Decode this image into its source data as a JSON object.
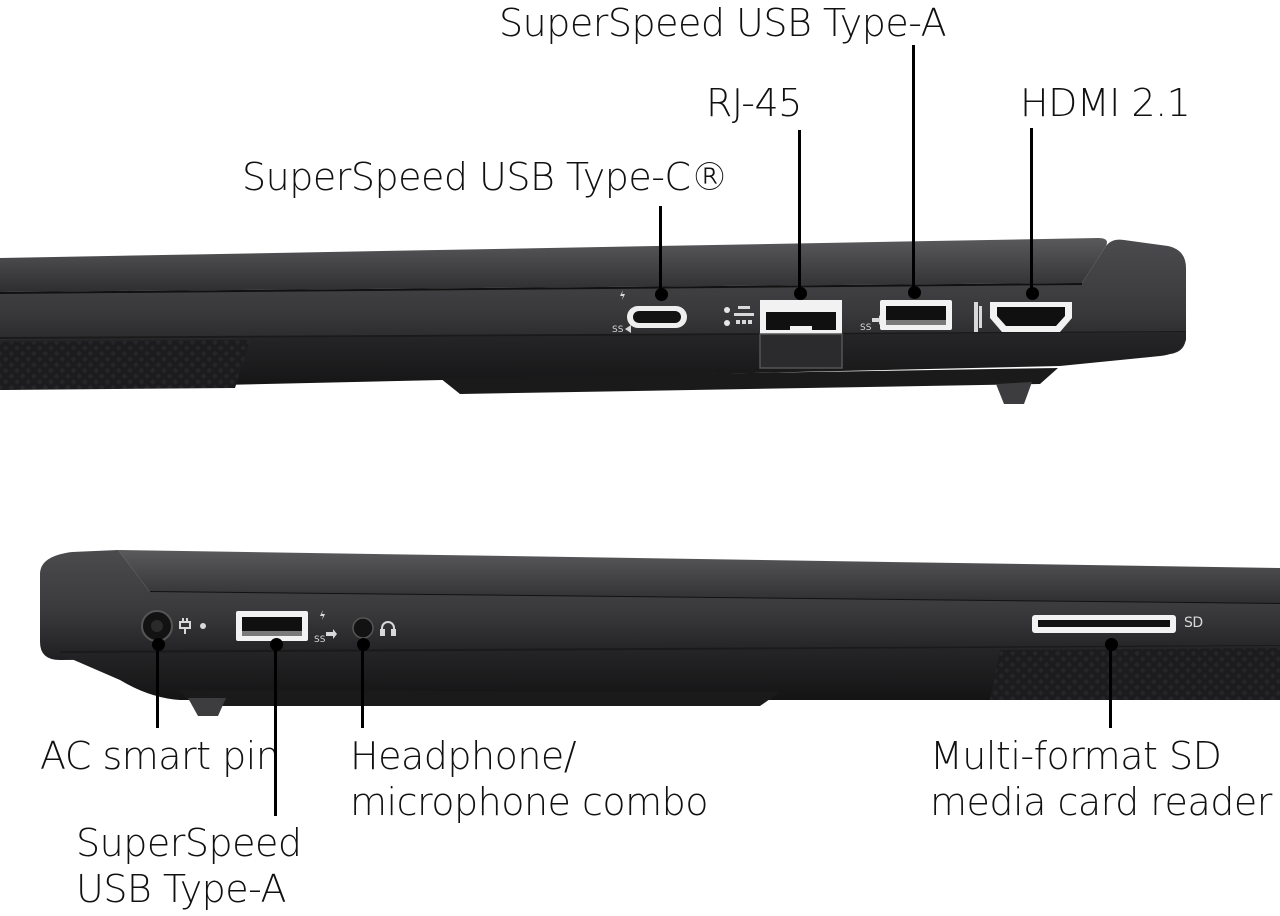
{
  "right_side": {
    "labels": {
      "usb_a": "SuperSpeed USB Type-A",
      "rj45": "RJ-45",
      "hdmi": "HDMI 2.1",
      "usb_c": "SuperSpeed USB Type-C®"
    },
    "port_icons": {
      "usb_c": "ss-usb-c-power-icon",
      "rj45": "ethernet-icon",
      "usb_a": "ss-usb-icon",
      "hdmi": "hdmi-icon"
    }
  },
  "left_side": {
    "labels": {
      "ac_pin": "AC smart pin",
      "headphone": [
        "Headphone/",
        "microphone combo"
      ],
      "sd": [
        "Multi-format SD",
        "media card reader"
      ],
      "usb_a": [
        "SuperSpeed",
        "USB Type-A"
      ]
    },
    "sd_marking": "SD",
    "port_icons": {
      "ac_pin": "power-plug-icon",
      "usb_a": "ss-usb-power-icon",
      "headphone": "headset-icon"
    }
  },
  "colors": {
    "chassis": "#3b3b3d",
    "chassis_dark": "#1c1c1e",
    "port": "#f4f4f4",
    "label": "#111111",
    "background": "#ffffff"
  }
}
